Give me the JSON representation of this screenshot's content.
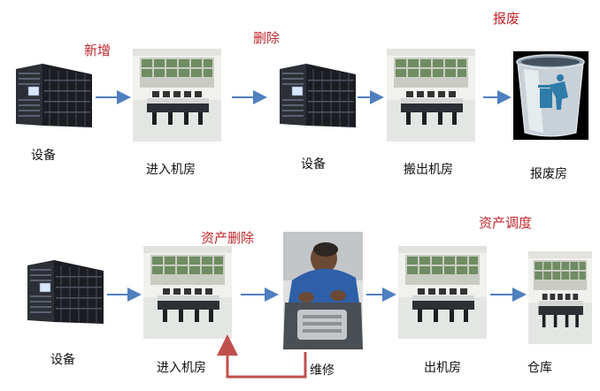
{
  "colors": {
    "arrow": "#4f7fbf",
    "action_text": "#c0282d",
    "return_arrow": "#c0504d"
  },
  "row1": {
    "nodes": [
      {
        "label": "设备",
        "icon": "server-rack-icon"
      },
      {
        "label": "进入机房",
        "icon": "control-room-icon"
      },
      {
        "label": "设备",
        "icon": "server-rack-icon"
      },
      {
        "label": "搬出机房",
        "icon": "control-room-icon"
      },
      {
        "label": "报废房",
        "icon": "recycle-bin-icon"
      }
    ],
    "actions": [
      "新增",
      "删除",
      "报废"
    ]
  },
  "row2": {
    "nodes": [
      {
        "label": "设备",
        "icon": "server-rack-icon"
      },
      {
        "label": "进入机房",
        "icon": "control-room-icon"
      },
      {
        "label": "维修",
        "icon": "mechanic-repair-icon"
      },
      {
        "label": "出机房",
        "icon": "control-room-icon"
      },
      {
        "label": "仓库",
        "icon": "control-room-icon"
      }
    ],
    "actions": [
      "资产删除",
      "资产调度"
    ]
  }
}
